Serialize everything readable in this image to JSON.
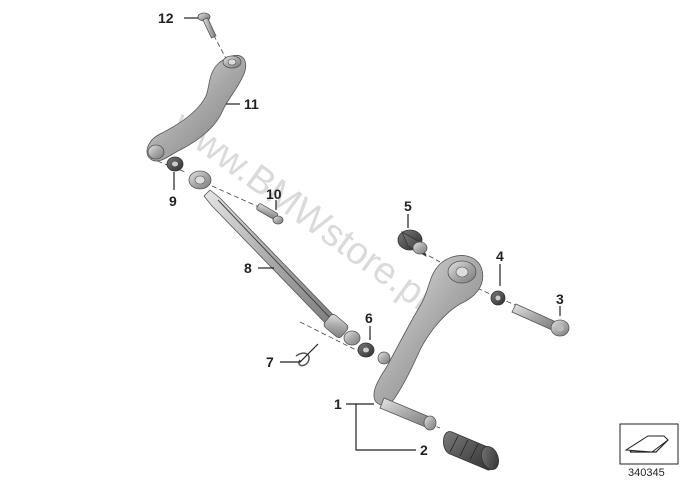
{
  "watermark": "www.BMWstore.pl",
  "reference_number": "340345",
  "callouts": {
    "c1": "1",
    "c2": "2",
    "c3": "3",
    "c4": "4",
    "c5": "5",
    "c6": "6",
    "c7": "7",
    "c8": "8",
    "c9": "9",
    "c10": "10",
    "c11": "11",
    "c12": "12"
  },
  "colors": {
    "metal": "#b8b8b8",
    "rubber": "#4a4a4a",
    "line": "#222222"
  },
  "icons": {
    "direction": "arrow-box-icon"
  }
}
